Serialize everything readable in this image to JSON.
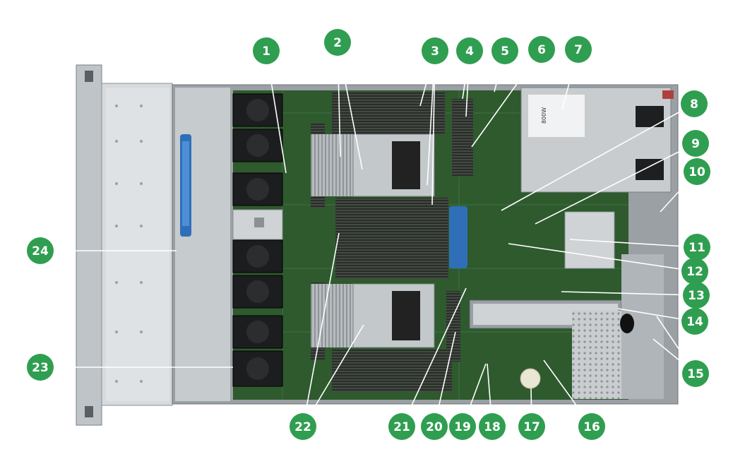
{
  "colors": {
    "callout_fill": "#2f9e50",
    "callout_text": "#ffffff",
    "board": "#2e5a2e",
    "chassis": "#cfd3d6",
    "leader": "#ffffff"
  },
  "callouts": [
    "1",
    "2",
    "3",
    "4",
    "5",
    "6",
    "7",
    "8",
    "9",
    "10",
    "11",
    "12",
    "13",
    "14",
    "15",
    "16",
    "17",
    "18",
    "19",
    "20",
    "21",
    "22",
    "23",
    "24"
  ],
  "label_text": {
    "power_supply_label": "800W"
  }
}
